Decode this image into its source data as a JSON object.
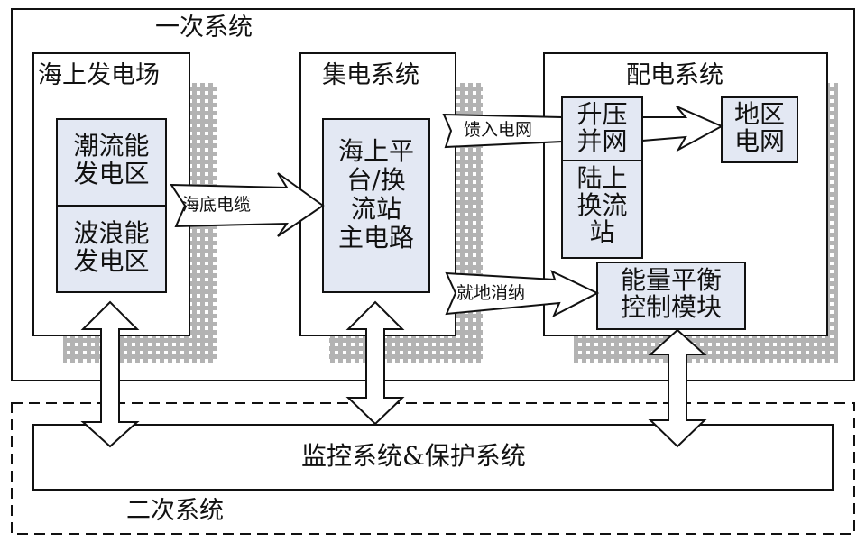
{
  "primary_system": {
    "label": "一次系统"
  },
  "secondary_system": {
    "label": "二次系统"
  },
  "offshore_farm": {
    "title": "海上发电场",
    "tidal": "潮流能\n发电区",
    "wave": "波浪能\n发电区"
  },
  "collection_system": {
    "title": "集电系统",
    "main_circuit": "海上平\n台/换\n流站\n主电路"
  },
  "distribution_system": {
    "title": "配电系统",
    "step_up": "升压\n并网",
    "onshore_converter": "陆上\n换流\n站",
    "regional_grid": "地区\n电网",
    "energy_balance": "能量平衡\n控制模块"
  },
  "arrows": {
    "submarine_cable": "海底电缆",
    "feed_grid": "馈入电网",
    "local_consumption": "就地消纳"
  },
  "monitoring": {
    "label": "监控系统&保护系统"
  },
  "colors": {
    "inner_box_fill": "#e3e8f3",
    "shadow": "#b5b5b5",
    "line": "#111111"
  }
}
